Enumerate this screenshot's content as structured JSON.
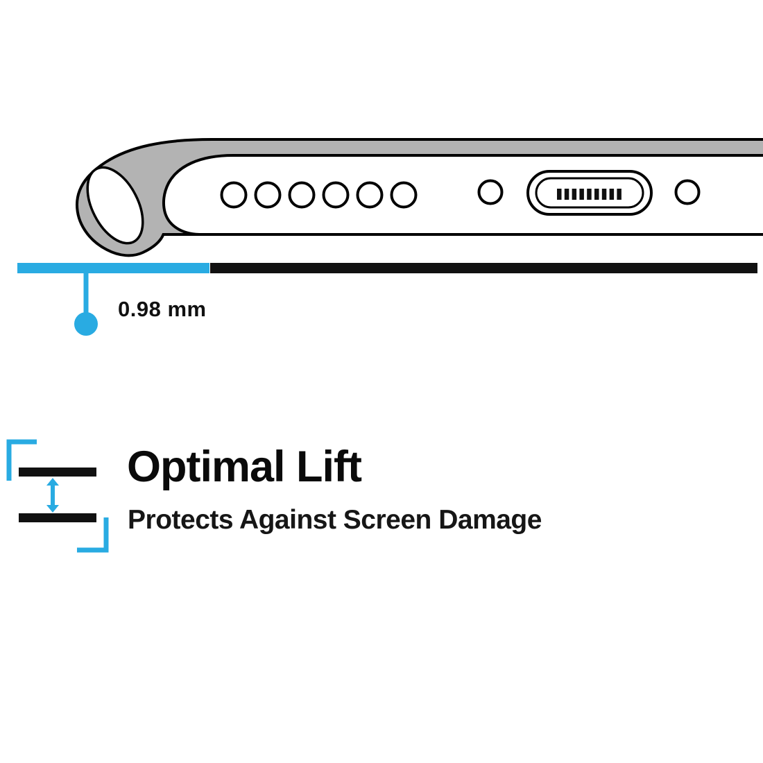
{
  "illustration": {
    "subject": "bottom edge of a smartphone inside a protective case",
    "speaker_hole_count": 6,
    "port_pin_count": 9
  },
  "measurement": {
    "label": "0.98 mm"
  },
  "feature": {
    "title": "Optimal Lift",
    "subtitle": "Protects Against Screen Damage"
  },
  "colors": {
    "accent": "#29abe2",
    "case_gray": "#b3b3b3",
    "outline": "#000000",
    "ink": "#111111"
  }
}
